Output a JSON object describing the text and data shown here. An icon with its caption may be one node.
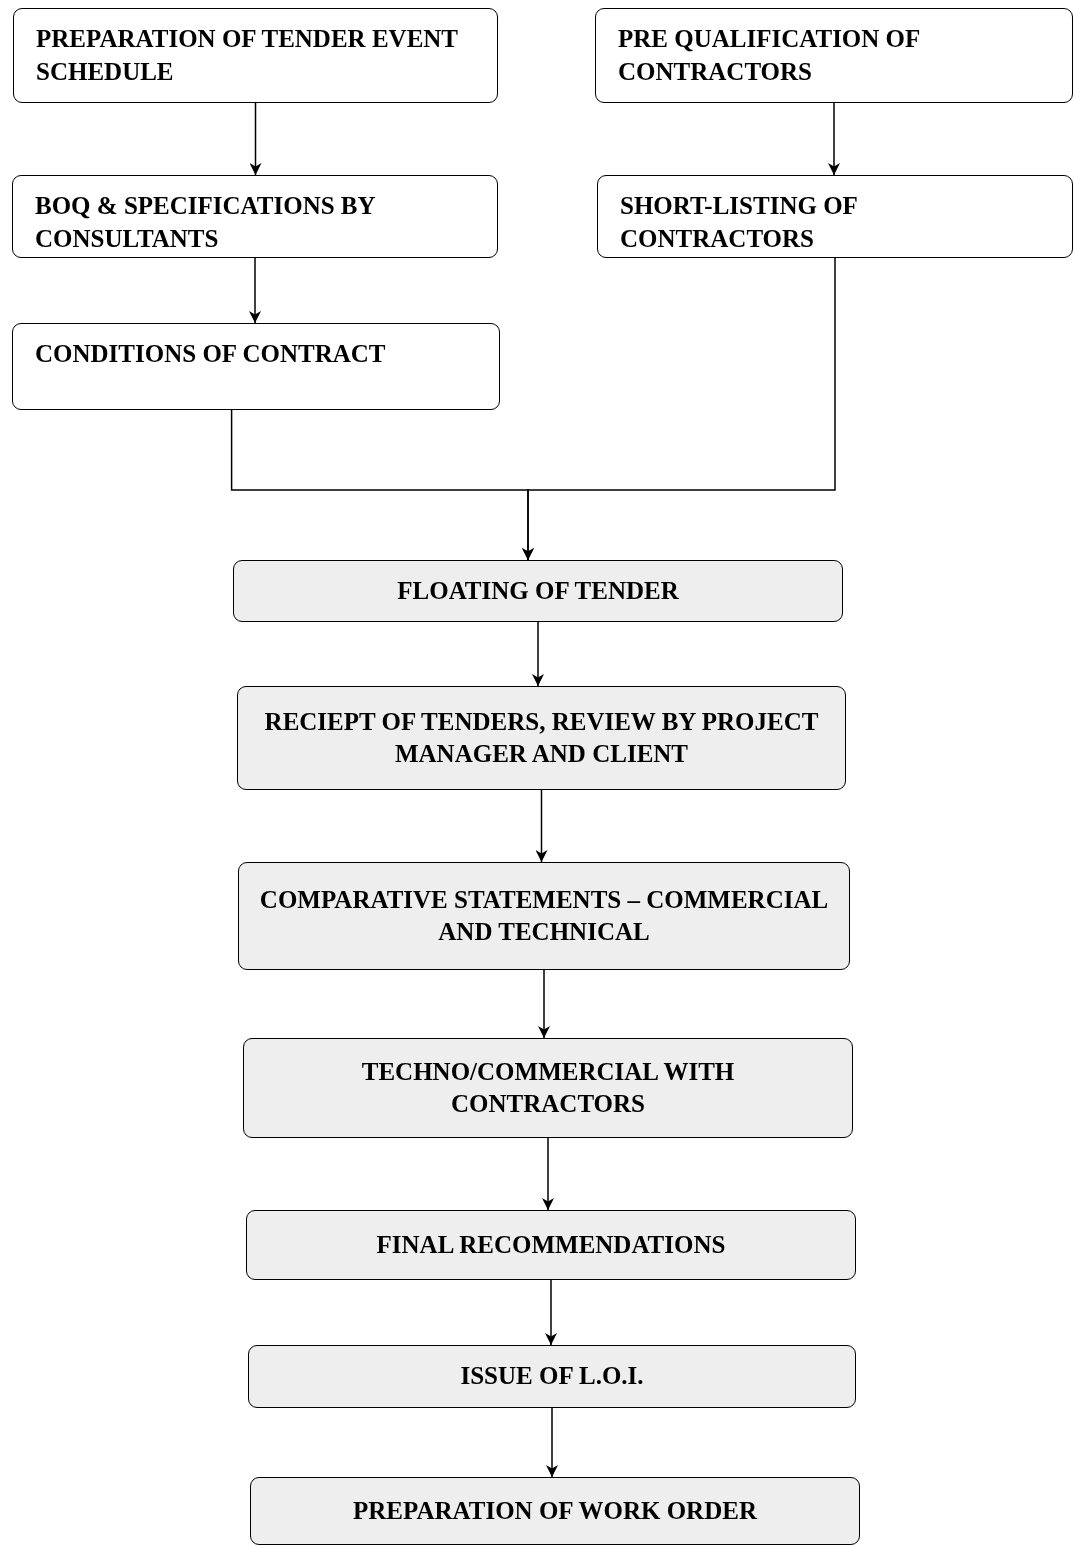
{
  "diagram": {
    "nodes": [
      {
        "text": [
          "PREPARATION OF TENDER EVENT SCHEDULE"
        ]
      },
      {
        "text": [
          "PRE QUALIFICATION OF CONTRACTORS"
        ]
      },
      {
        "text": [
          "BOQ & SPECIFICATIONS BY CONSULTANTS"
        ]
      },
      {
        "text": [
          "SHORT-LISTING OF CONTRACTORS"
        ]
      },
      {
        "text": [
          "CONDITIONS OF CONTRACT"
        ]
      },
      {
        "text": [
          "FLOATING OF TENDER"
        ]
      },
      {
        "text": [
          "RECIEPT OF TENDERS, REVIEW BY PROJECT MANAGER AND CLIENT"
        ]
      },
      {
        "text": [
          "COMPARATIVE STATEMENTS – COMMERCIAL AND TECHNICAL"
        ]
      },
      {
        "text": [
          "TECHNO/COMMERCIAL WITH CONTRACTORS"
        ]
      },
      {
        "text": [
          "FINAL RECOMMENDATIONS"
        ]
      },
      {
        "text": [
          "ISSUE OF L.O.I."
        ]
      },
      {
        "text": [
          "PREPARATION OF WORK ORDER"
        ]
      }
    ],
    "edges": [
      {
        "from": 0,
        "to": 2,
        "arrow": "to"
      },
      {
        "from": 2,
        "to": 4,
        "arrow": "to"
      },
      {
        "from": 1,
        "to": 3,
        "arrow": "to"
      },
      {
        "from": 4,
        "to": 5,
        "arrow": "to"
      },
      {
        "from": 3,
        "to": 5,
        "arrow": "to"
      },
      {
        "from": 5,
        "to": 6,
        "arrow": "to"
      },
      {
        "from": 6,
        "to": 7,
        "arrow": "to"
      },
      {
        "from": 7,
        "to": 8,
        "arrow": "to"
      },
      {
        "from": 8,
        "to": 9,
        "arrow": "to"
      },
      {
        "from": 9,
        "to": 10,
        "arrow": "to"
      },
      {
        "from": 10,
        "to": 11,
        "arrow": "to"
      }
    ]
  }
}
